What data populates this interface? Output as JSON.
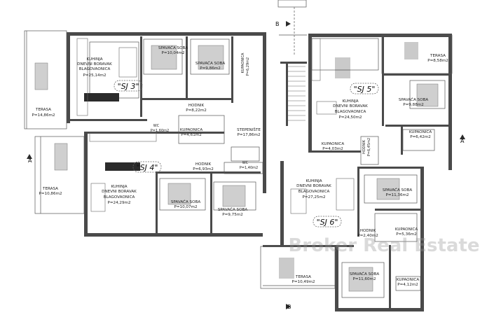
{
  "labels": {
    "sj3_kitchen_1": "KUHINJA",
    "sj3_kitchen_2": "DNEVNI BORAVAK",
    "sj3_kitchen_3": "BLAGOVAONICA",
    "sj3_kitchen_area": "P=25,14m2",
    "sj3_bed1": "SPAVAĆA SOBA",
    "sj3_bed1_area": "P=10,04m2",
    "sj3_bed2": "SPAVAĆA SOBA",
    "sj3_bed2_area": "P=9,86m2",
    "sj3_bath": "KUPAONICA",
    "sj3_bath_area": "P=6,29m2",
    "sj3_hall": "HODNIK",
    "sj3_hall_area": "P=8,22m2",
    "sj3_wc": "WC",
    "sj3_wc_area": "P=1,60m2",
    "sj3_terrace": "TERASA",
    "sj3_terrace_area": "P=14,86m2",
    "sj3_bath2": "KUPAONICA",
    "sj3_bath2_area": "P=4,61m2",
    "stair": "STEPENIŠTE",
    "stair_area": "P=17,86m2",
    "sj4_kitchen_1": "KUHINJA",
    "sj4_kitchen_2": "DNEVNI BORAVAK",
    "sj4_kitchen_3": "BLAGOVAONICA",
    "sj4_kitchen_area": "P=24,29m2",
    "sj4_hall": "HODNIK",
    "sj4_hall_area": "P=6,93m2",
    "sj4_wc": "WC",
    "sj4_wc_area": "P=1,40m2",
    "sj4_bed1": "SPAVAĆA SOBA",
    "sj4_bed1_area": "P=10,07m2",
    "sj4_bed2": "SPAVAĆA SOBA",
    "sj4_bed2_area": "P=9,75m2",
    "sj4_terrace": "TERASA",
    "sj4_terrace_area": "P=10,86m2",
    "sj5_terrace": "TERASA",
    "sj5_terrace_area": "P=8,58m2",
    "sj5_kitchen_1": "KUHINJA",
    "sj5_kitchen_2": "DNEVNI BORAVAK",
    "sj5_kitchen_3": "BLAGOVAONICA",
    "sj5_kitchen_area": "P=24,50m2",
    "sj5_bed": "SPAVAĆA SOBA",
    "sj5_bed_area": "P=9,88m2",
    "sj5_bath": "KUPAONICA",
    "sj5_bath_area": "P=6,42m2",
    "sj5_hall": "HODNIK",
    "sj5_hall_area": "P=6,45m2",
    "sj5_bath2": "KUPAONICA",
    "sj5_bath2_area": "P=4,03m2",
    "sj6_kitchen_1": "KUHINJA",
    "sj6_kitchen_2": "DNEVNI BORAVAK",
    "sj6_kitchen_3": "BLAGOVAONICA",
    "sj6_kitchen_area": "P=27,25m2",
    "sj6_bed1": "SPAVAĆA SOBA",
    "sj6_bed1_area": "P=11,36m2",
    "sj6_bath": "KUPAONICA",
    "sj6_bath_area": "P=5,36m2",
    "sj6_hall": "HODNIK",
    "sj6_hall_area": "P=2,40m2",
    "sj6_terrace": "TERASA",
    "sj6_terrace_area": "P=10,49m2",
    "sj6_bed2": "SPAVAĆA SOBA",
    "sj6_bed2_area": "P=11,60m2",
    "sj6_bath2": "KUPAONICA",
    "sj6_bath2_area": "P=4,12m2"
  },
  "units": {
    "sj3": "\"SJ 3\"",
    "sj4": "\"SJ 4\"",
    "sj5": "\"SJ 5\"",
    "sj6": "\"SJ 6\""
  },
  "section_marks": {
    "top": "B",
    "bottom": "B",
    "left": "A",
    "right": "A"
  },
  "watermark": "Broker Real Estate",
  "colors": {
    "wall": "#4a4a4a",
    "line": "#555555",
    "dark_furniture": "#2b2b2b"
  }
}
